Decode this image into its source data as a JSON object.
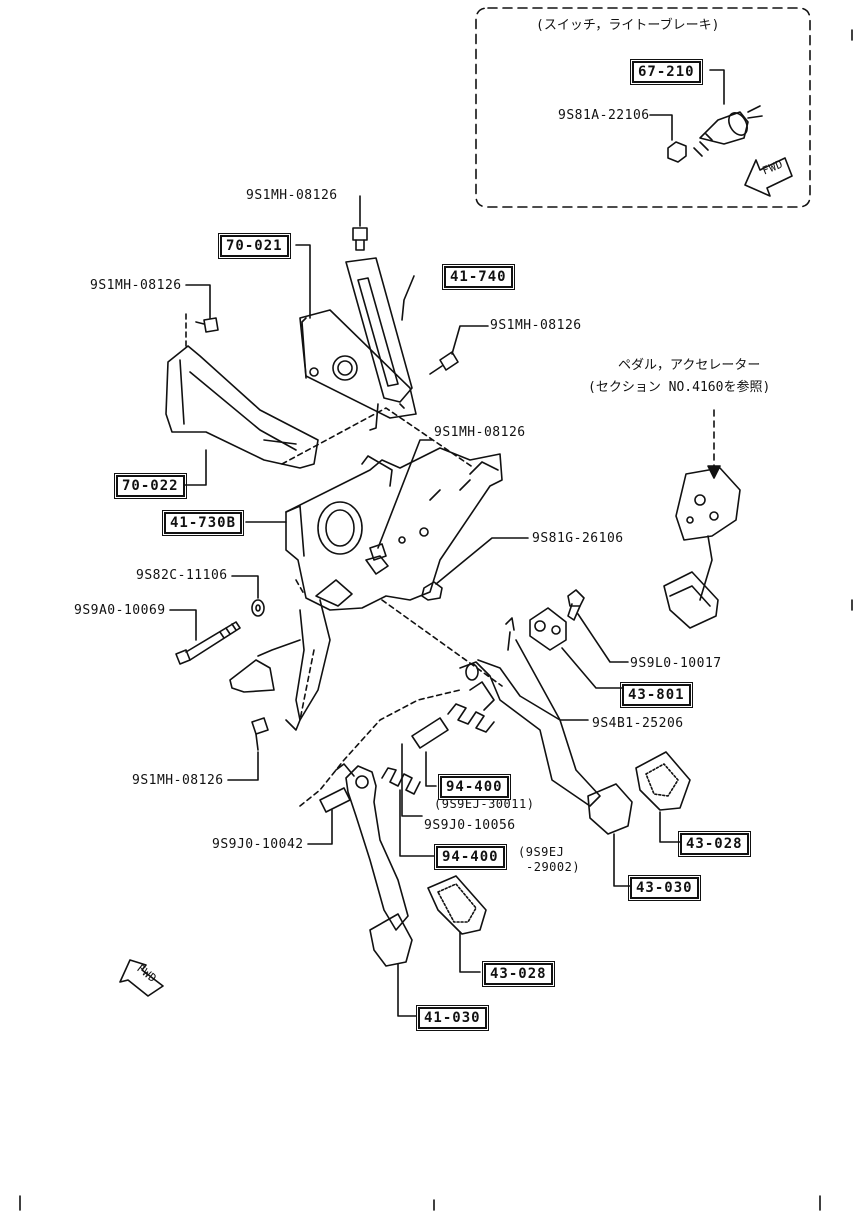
{
  "header": {
    "switch_note": "(スイッチ，ライトーブレーキ)",
    "pedal_note_line1": "ペダル，アクセレーター",
    "pedal_note_line2": "(セクション NO.4160を参照)"
  },
  "fwd_label": "FWD",
  "ref_codes": {
    "c67_210": "67-210",
    "c70_021": "70-021",
    "c41_740": "41-740",
    "c70_022": "70-022",
    "c41_730b": "41-730B",
    "c43_801": "43-801",
    "c94_400a": "94-400",
    "c94_400b": "94-400",
    "c43_028a": "43-028",
    "c43_030": "43-030",
    "c43_028b": "43-028",
    "c41_030": "41-030"
  },
  "part_numbers": {
    "p_9s81a_22106": "9S81A-22106",
    "p_9s1mh_a": "9S1MH-08126",
    "p_9s1mh_b": "9S1MH-08126",
    "p_9s1mh_c": "9S1MH-08126",
    "p_9s1mh_d": "9S1MH-08126",
    "p_9s1mh_e": "9S1MH-08126",
    "p_9s81g_26106": "9S81G-26106",
    "p_9s82c_11106": "9S82C-11106",
    "p_9s9a0_10069": "9S9A0-10069",
    "p_9s9l0_10017": "9S9L0-10017",
    "p_9s4b1_25206": "9S4B1-25206",
    "p_9s9j0_10056": "9S9J0-10056",
    "p_9s9j0_10042": "9S9J0-10042"
  },
  "sub_notes": {
    "n_9s9ej_30011": "(9S9EJ-30011)",
    "n_9s9ej_29002_l1": "(9S9EJ",
    "n_9s9ej_29002_l2": "-29002)"
  }
}
